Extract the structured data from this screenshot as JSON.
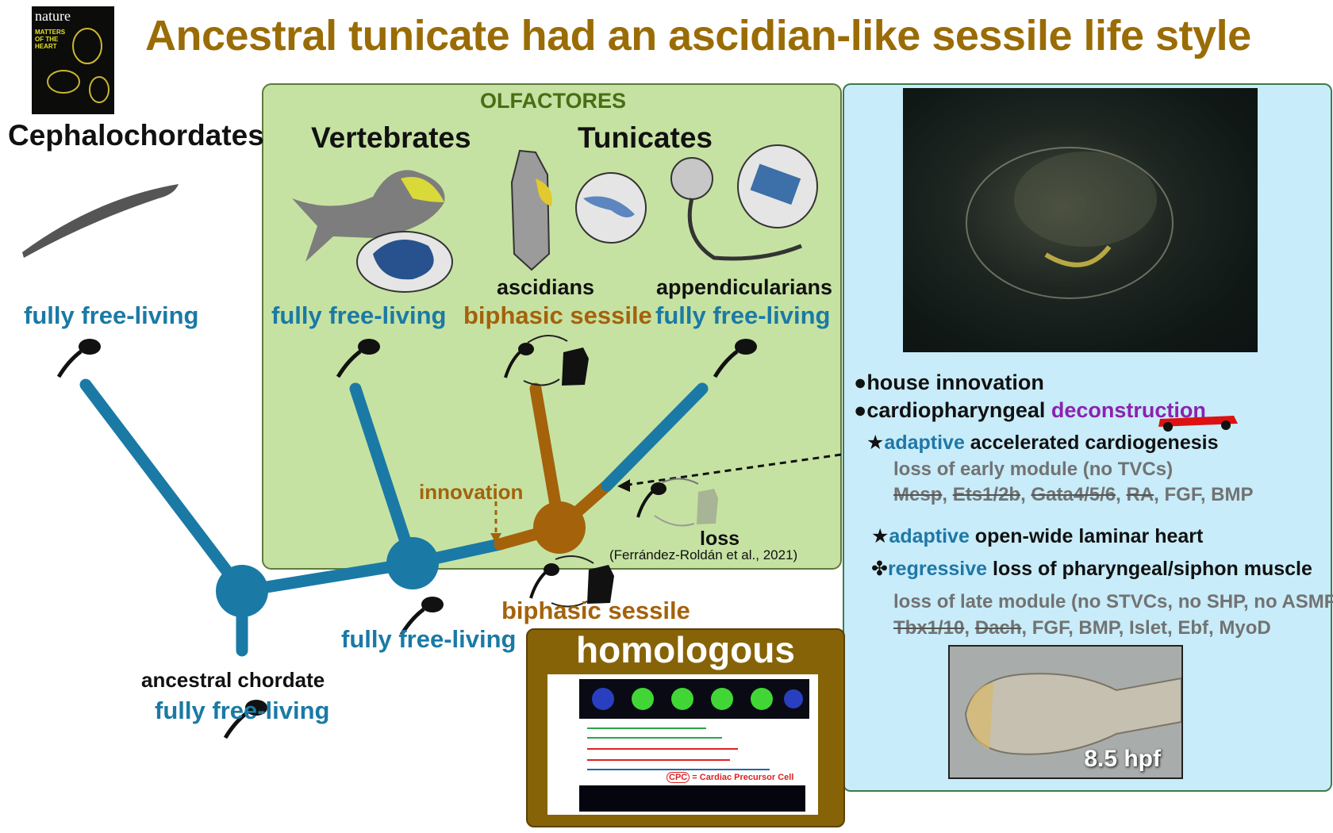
{
  "title": "Ancestral tunicate had an ascidian-like sessile life style",
  "cover": {
    "logo": "nature",
    "headline": "MATTERS OF THE HEART"
  },
  "clades": {
    "cephalochordates": "Cephalochordates",
    "olfactores": "OLFACTORES",
    "vertebrates": "Vertebrates",
    "tunicates": "Tunicates",
    "ascidians": "ascidians",
    "appendicularians": "appendicularians"
  },
  "lifestyles": {
    "cephalochordates": "fully free-living",
    "vertebrates": "fully free-living",
    "ascidians": "biphasic sessile",
    "appendicularians": "fully free-living",
    "olfactores_node": "fully free-living",
    "tunicate_node": "biphasic sessile",
    "ancestral": "fully free-living"
  },
  "ancestral_label": "ancestral chordate",
  "events": {
    "innovation": "innovation",
    "loss": "loss"
  },
  "citation": "(Ferrández-Roldán et al., 2021)",
  "homologous": "homologous",
  "inset": {
    "cpc_abbrev": "CPC",
    "cpc_text": "= Cardiac Precursor Cell"
  },
  "bullets": {
    "house": "house innovation",
    "cardio_prefix": "cardiopharyngeal ",
    "cardio_word": "deconstruction",
    "adaptive1_kw": "adaptive",
    "adaptive1_text": " accelerated cardiogenesis",
    "early_loss": "loss of early module (no TVCs)",
    "early_genes_struck": [
      "Mesp",
      "Ets1/2b",
      "Gata4/5/6",
      "RA"
    ],
    "early_genes_kept": "FGF, BMP",
    "adaptive2_kw": "adaptive",
    "adaptive2_text": " open-wide laminar heart",
    "regressive_kw": "regressive",
    "regressive_text": " loss of pharyngeal/siphon muscle",
    "late_loss": "loss of late module (no STVCs, no SHP, no ASMF)",
    "late_genes_struck": [
      "Tbx1/10",
      "Dach"
    ],
    "late_genes_kept": "FGF, BMP, Islet, Ebf, MyoD"
  },
  "embryo_label": "8.5 hpf",
  "colors": {
    "free_living": "#1a7aa5",
    "sessile": "#a4620b",
    "title": "#9a6c06",
    "olfactores_bg": "#c6e2a2",
    "info_bg": "#c8ecf9"
  }
}
